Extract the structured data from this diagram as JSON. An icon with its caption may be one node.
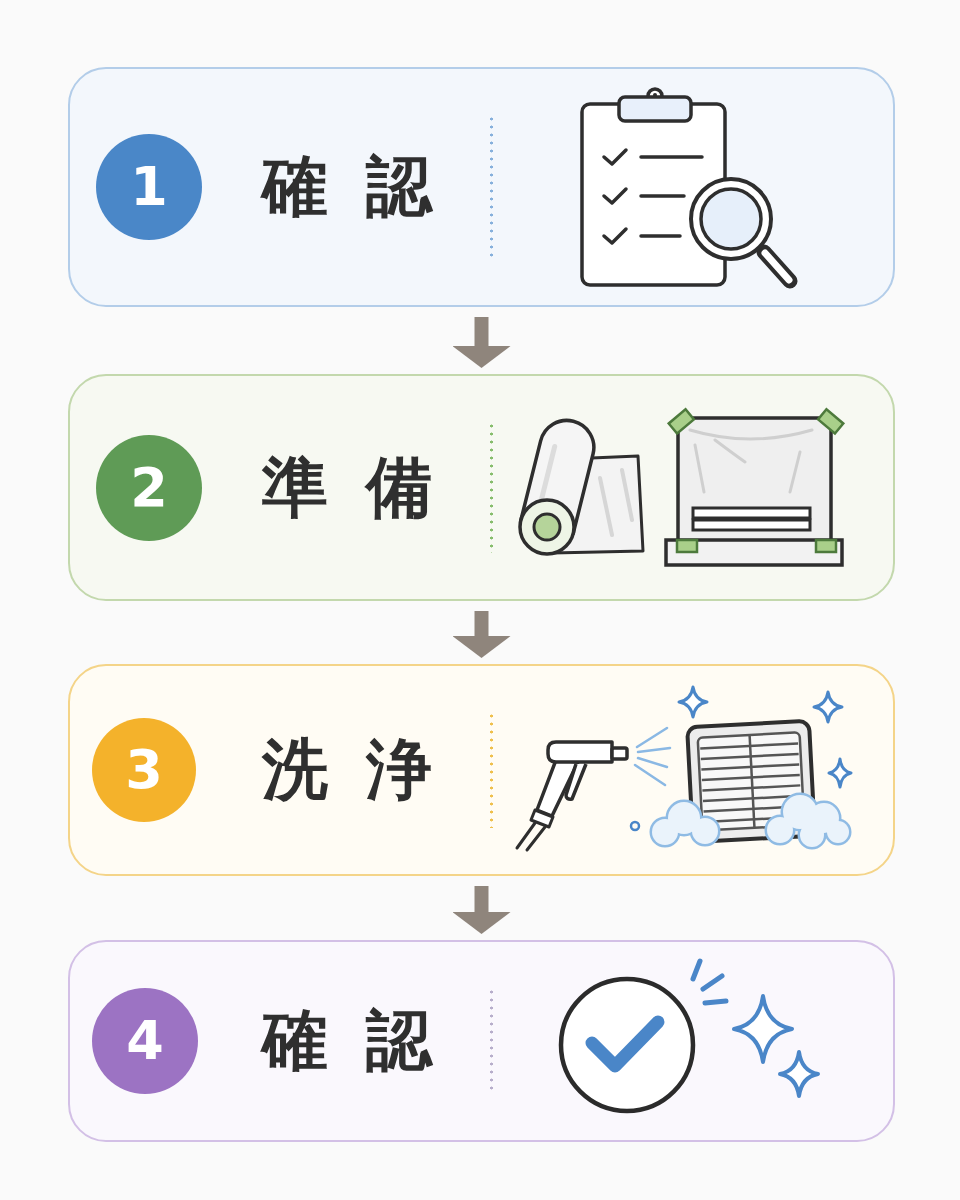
{
  "diagram": {
    "nodes": [
      {
        "text": [
          "確認"
        ]
      },
      {
        "text": [
          "1"
        ],
        "in": 0
      },
      {
        "text": [
          "準備"
        ]
      },
      {
        "text": [
          "2"
        ],
        "in": 2
      },
      {
        "text": [
          "洗浄"
        ]
      },
      {
        "text": [
          "3"
        ],
        "in": 4
      },
      {
        "text": [
          "確認"
        ]
      },
      {
        "text": [
          "4"
        ],
        "in": 6
      }
    ],
    "edges": [
      {
        "from": 0,
        "to": 2,
        "arrow": "to"
      },
      {
        "from": 2,
        "to": 4,
        "arrow": "to"
      },
      {
        "from": 4,
        "to": 6,
        "arrow": "to"
      }
    ]
  }
}
